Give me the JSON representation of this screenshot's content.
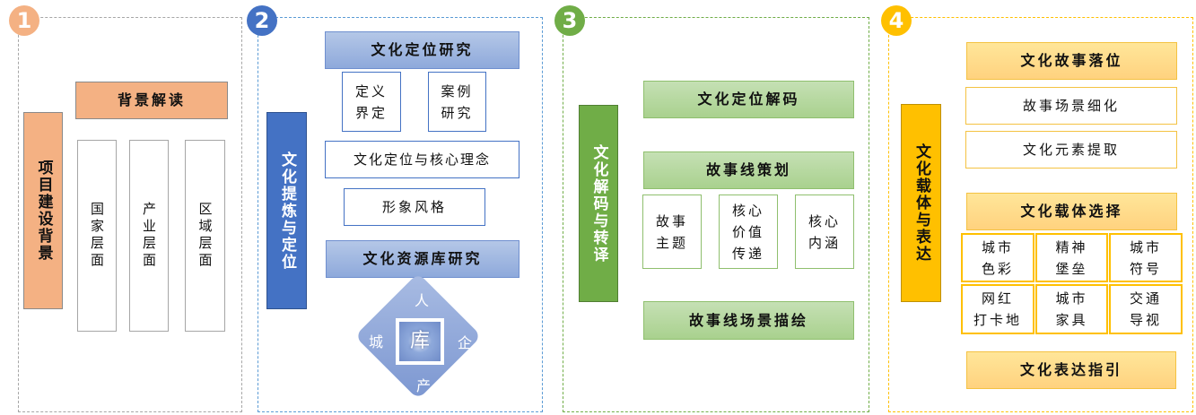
{
  "colors": {
    "orange": "#F4B183",
    "blue": "#4472C4",
    "blue_light": "#8EA9DB",
    "green": "#70AD47",
    "green_light": "#A9D18E",
    "gold": "#FFC000",
    "gold_light": "#FFD966",
    "gray_border": "#A6A6A6"
  },
  "panels": [
    {
      "number": "1",
      "side_title": "项目建设背景",
      "header": "背景解读",
      "columns": [
        "国家层面",
        "产业层面",
        "区域层面"
      ]
    },
    {
      "number": "2",
      "side_title": "文化提炼与定位",
      "header_top": "文化定位研究",
      "sub_boxes": [
        "定义\n界定",
        "案例\n研究"
      ],
      "wide_box": "文化定位与核心理念",
      "narrow_box": "形象风格",
      "header_bottom": "文化资源库研究",
      "diamond": {
        "center": "库",
        "top": "人",
        "right": "企",
        "bottom": "产",
        "left": "城"
      }
    },
    {
      "number": "3",
      "side_title": "文化解码与转译",
      "header_1": "文化定位解码",
      "header_2": "故事线策划",
      "sub_boxes": [
        "故事\n主题",
        "核心\n价值\n传递",
        "核心\n内涵"
      ],
      "header_3": "故事线场景描绘"
    },
    {
      "number": "4",
      "side_title": "文化载体与表达",
      "header_1": "文化故事落位",
      "items_1": [
        "故事场景细化",
        "文化元素提取"
      ],
      "header_2": "文化载体选择",
      "grid": [
        "城市\n色彩",
        "精神\n堡垒",
        "城市\n符号",
        "网红\n打卡地",
        "城市\n家具",
        "交通\n导视"
      ],
      "header_3": "文化表达指引"
    }
  ]
}
